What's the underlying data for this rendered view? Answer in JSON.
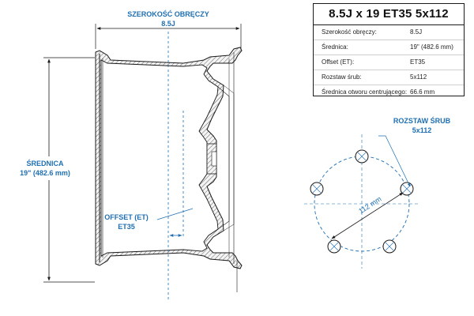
{
  "labels": {
    "rim_width_title": "SZEROKOŚĆ OBRĘCZY",
    "rim_width_value": "8.5J",
    "diameter_title": "ŚREDNICA",
    "diameter_value": "19\" (482.6 mm)",
    "offset_title": "OFFSET (ET)",
    "offset_value": "ET35",
    "bolt_pattern_title": "ROZSTAW ŚRUB",
    "bolt_pattern_value": "5x112",
    "pcd_value": "112 mm"
  },
  "spec_card": {
    "title": "8.5J x 19 ET35 5x112",
    "rows": [
      {
        "key": "Szerokość obręczy:",
        "value": "8.5J"
      },
      {
        "key": "Średnica:",
        "value": "19\" (482.6 mm)"
      },
      {
        "key": "Offset (ET):",
        "value": "ET35"
      },
      {
        "key": "Rozstaw śrub:",
        "value": "5x112"
      },
      {
        "key": "Średnica otworu centrującego:",
        "value": "66.6 mm"
      }
    ]
  },
  "colors": {
    "dimension": "#1f6fb2",
    "outline": "#1a1a1a",
    "hatch": "#555555",
    "background": "#ffffff"
  }
}
